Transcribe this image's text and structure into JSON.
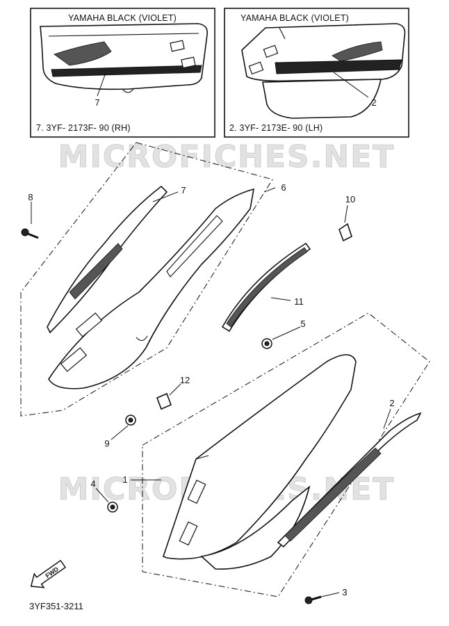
{
  "inset_rh": {
    "title": "YAMAHA BLACK (VIOLET)",
    "part_number": "7. 3YF- 2173F- 90 (RH)",
    "callout": "7"
  },
  "inset_lh": {
    "title": "YAMAHA BLACK (VIOLET)",
    "part_number": "2. 3YF- 2173E- 90 (LH)",
    "callout": "2"
  },
  "watermarks": [
    "MICROFICHES.NET",
    "MICROFICHES.NET"
  ],
  "callouts": {
    "c1": "1",
    "c2": "2",
    "c3": "3",
    "c4": "4",
    "c5": "5",
    "c6": "6",
    "c7": "7",
    "c8": "8",
    "c9": "9",
    "c10": "10",
    "c11": "11",
    "c12": "12"
  },
  "front_arrow_label": "FWD",
  "diagram_code": "3YF351-3211"
}
